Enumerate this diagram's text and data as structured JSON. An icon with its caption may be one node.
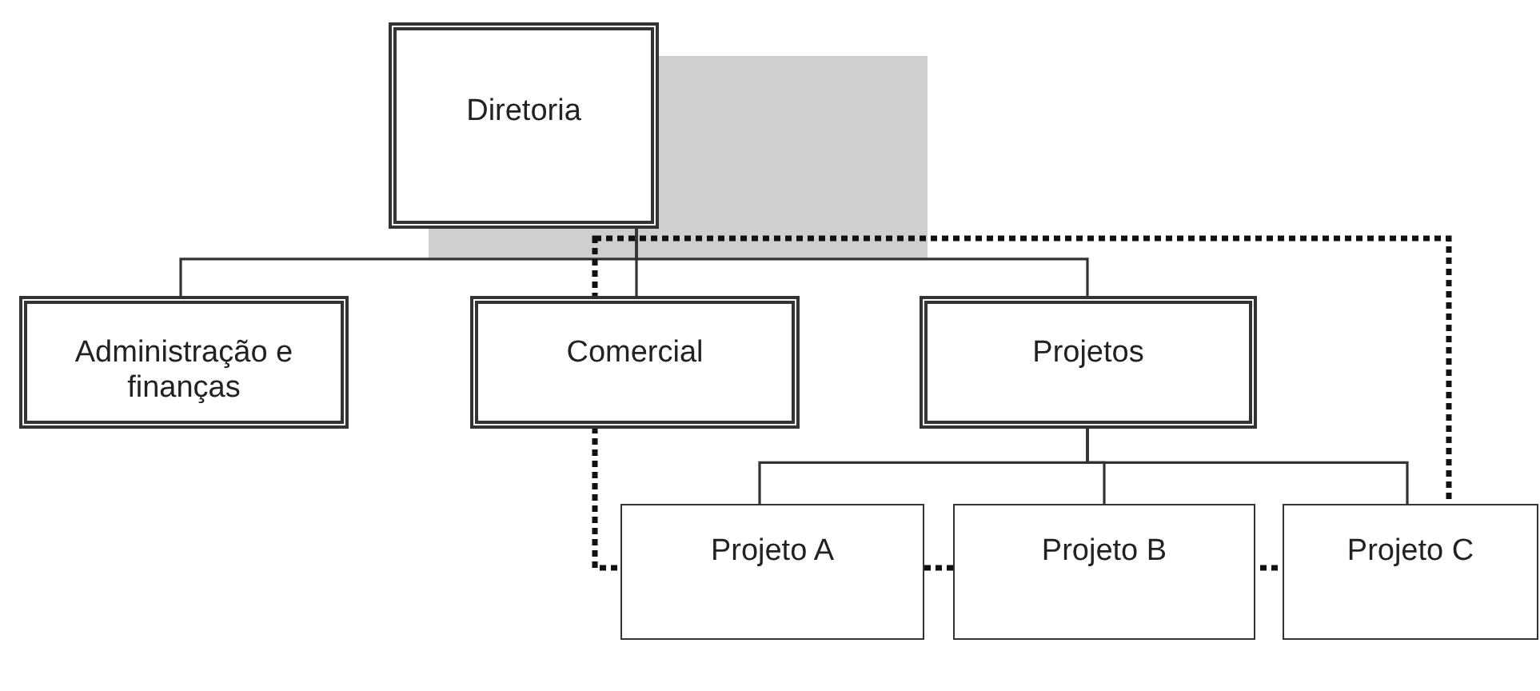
{
  "diagram": {
    "nodes": [
      {
        "text": [
          "Diretoria"
        ]
      },
      {
        "text": [
          "Administração e finanças"
        ]
      },
      {
        "text": [
          "Comercial"
        ]
      },
      {
        "text": [
          "Projetos"
        ]
      },
      {
        "text": [
          "Projeto A"
        ]
      },
      {
        "text": [
          "Projeto B"
        ]
      },
      {
        "text": [
          "Projeto C"
        ]
      }
    ],
    "edges": [
      {
        "from": 0,
        "to": 1,
        "arrow": "none"
      },
      {
        "from": 0,
        "to": 2,
        "arrow": "none"
      },
      {
        "from": 0,
        "to": 3,
        "arrow": "none"
      },
      {
        "from": 3,
        "to": 4,
        "arrow": "none"
      },
      {
        "from": 3,
        "to": 5,
        "arrow": "none"
      },
      {
        "from": 3,
        "to": 6,
        "arrow": "none"
      }
    ]
  }
}
